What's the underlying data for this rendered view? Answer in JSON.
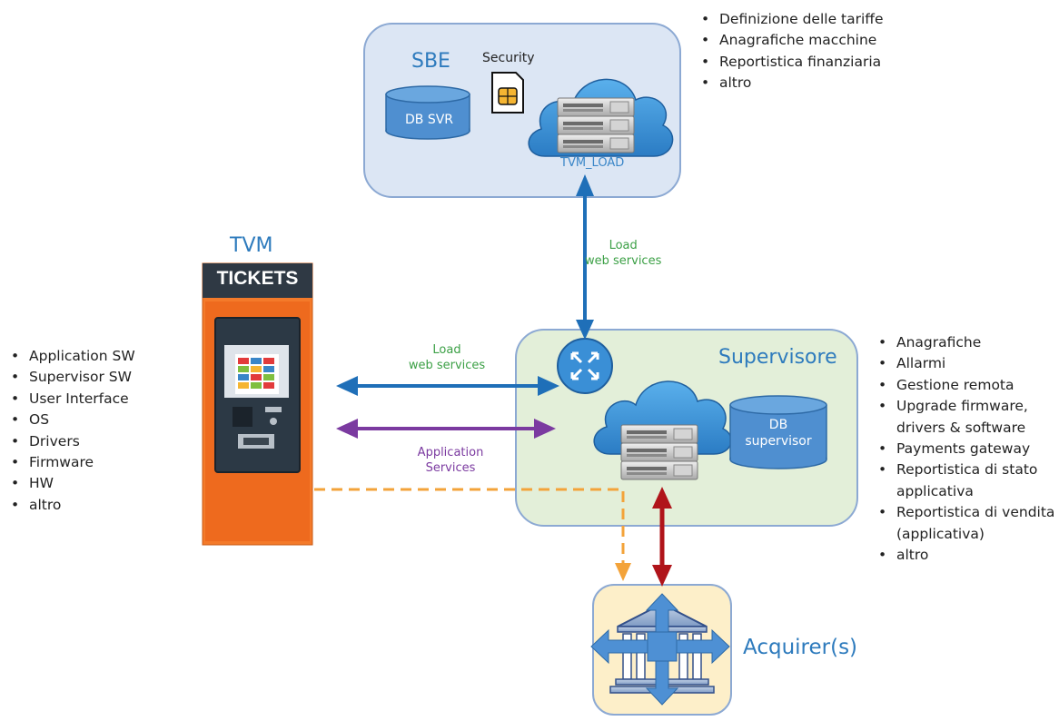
{
  "sbe": {
    "title": "SBE",
    "security_label": "Security",
    "db_label": "DB SVR",
    "server_label": "TVM_LOAD",
    "notes": [
      "Definizione delle tariffe",
      "Anagrafiche macchine",
      "Reportistica finanziaria",
      "altro"
    ]
  },
  "tvm": {
    "title": "TVM",
    "sign": "TICKETS",
    "notes": [
      "Application SW",
      "Supervisor SW",
      "User Interface",
      "OS",
      "Drivers",
      "Firmware",
      "HW",
      "altro"
    ]
  },
  "supervisore": {
    "title": "Supervisore",
    "db_label_1": "DB",
    "db_label_2": "supervisor",
    "notes": [
      {
        "text": "Anagrafiche",
        "continued": false
      },
      {
        "text": "Allarmi",
        "continued": false
      },
      {
        "text": "Gestione remota",
        "continued": false
      },
      {
        "text": "Upgrade firmware,",
        "continued": false
      },
      {
        "text": "drivers & software",
        "continued": true
      },
      {
        "text": "Payments gateway",
        "continued": false
      },
      {
        "text": "Reportistica di stato",
        "continued": false
      },
      {
        "text": "applicativa",
        "continued": true
      },
      {
        "text": "Reportistica di vendita",
        "continued": false
      },
      {
        "text": "(applicativa)",
        "continued": true
      },
      {
        "text": "altro",
        "continued": false
      }
    ]
  },
  "acquirer": {
    "title": "Acquirer(s)"
  },
  "links": {
    "sbe_load_1": "Load",
    "sbe_load_2": "web services",
    "tvm_load_1": "Load",
    "tvm_load_2": "web services",
    "app_1": "Application",
    "app_2": "Services"
  },
  "colors": {
    "blue_arrow": "#1f6fb8",
    "purple_arrow": "#7b3aa0",
    "red_arrow": "#b0141a",
    "orange_dash": "#f3a33a",
    "tvm_orange": "#f47a2a"
  }
}
